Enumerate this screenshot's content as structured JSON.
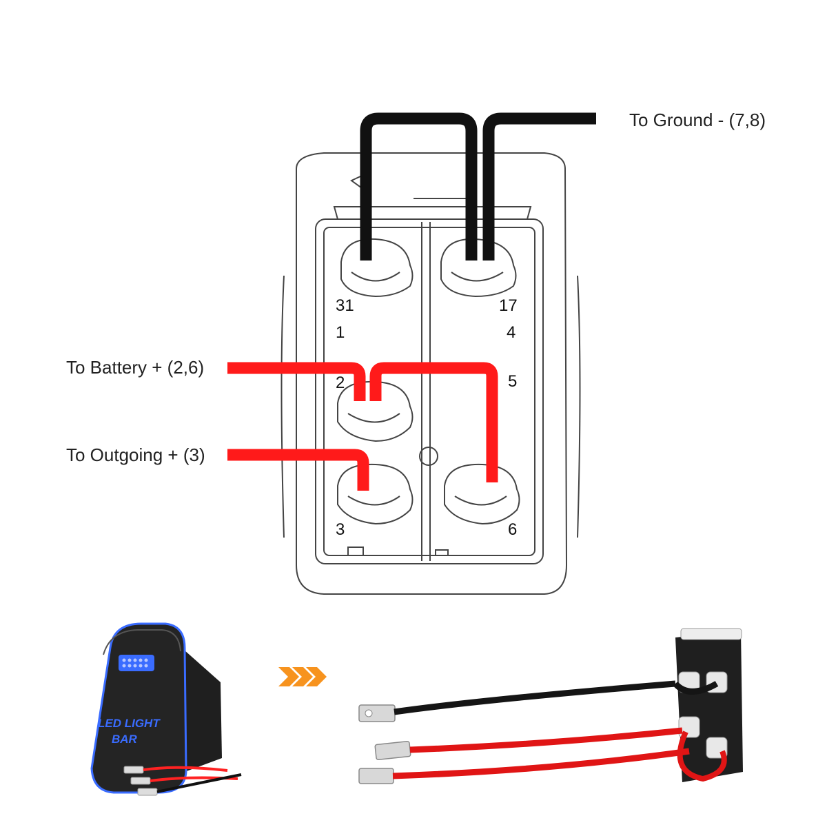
{
  "labels": {
    "ground": "To Ground - (7,8)",
    "battery": "To Battery + (2,6)",
    "outgoing": "To Outgoing + (3)"
  },
  "pins": {
    "p31": "31",
    "p17": "17",
    "p1": "1",
    "p4": "4",
    "p2": "2",
    "p5": "5",
    "p3": "3",
    "p6": "6"
  },
  "switch_product": {
    "line1": "LED LIGHT",
    "line2": "BAR"
  },
  "colors": {
    "ground_wire": "#111111",
    "power_wire": "#ff1a1a",
    "arrow": "#f7931e",
    "switch_glow": "#3a6cff"
  }
}
